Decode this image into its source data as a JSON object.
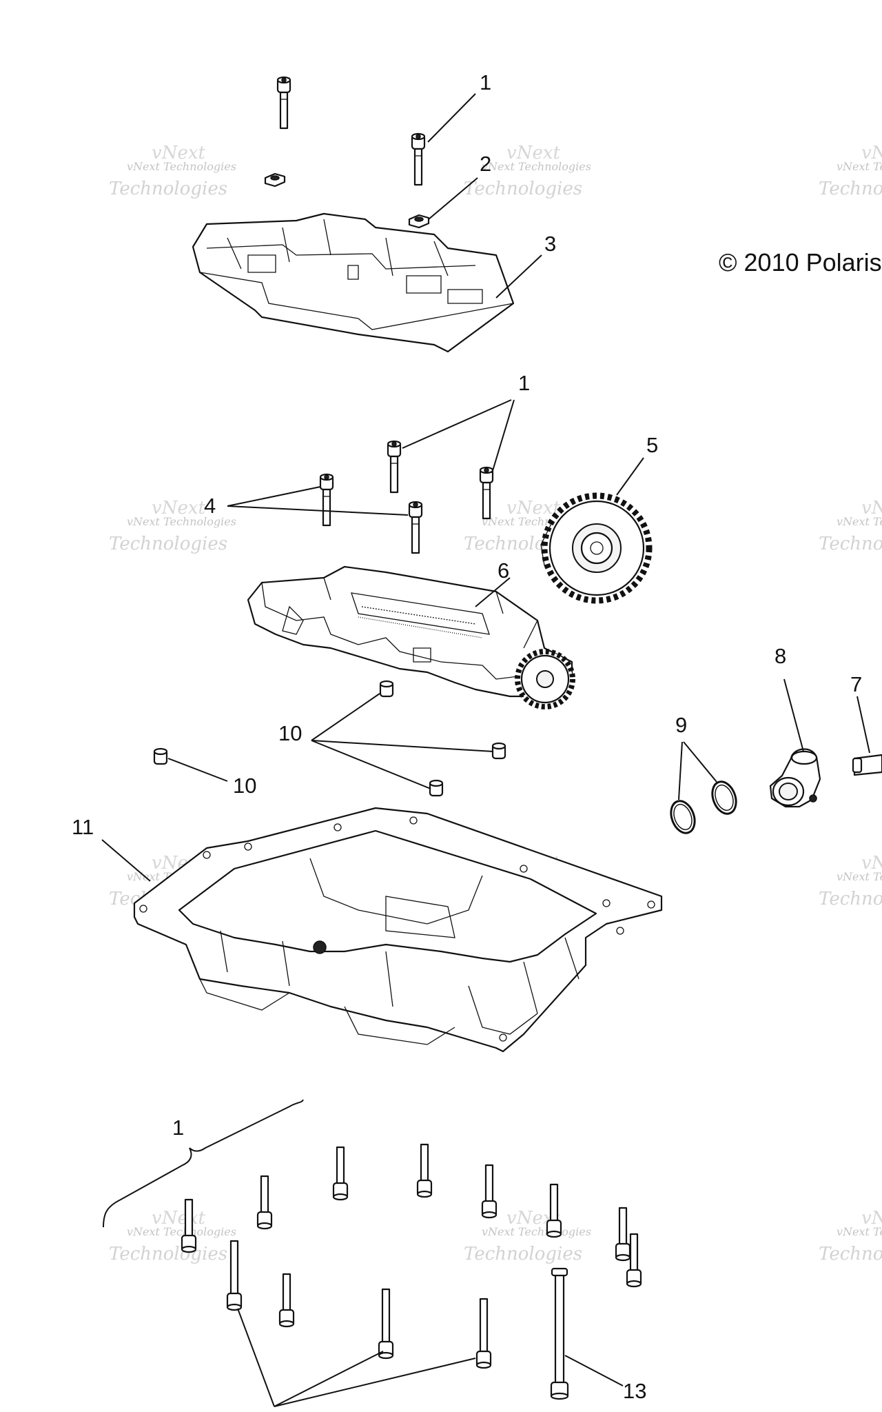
{
  "copyright": "© 2010 Polaris",
  "watermark": {
    "line1": "vNext Technologies",
    "line2": "vNext",
    "line3": "Technologies"
  },
  "callouts": {
    "c1_top": "1",
    "c2": "2",
    "c3": "3",
    "c1_mid": "1",
    "c5": "5",
    "c4": "4",
    "c6": "6",
    "c8": "8",
    "c7": "7",
    "c9": "9",
    "c10_a": "10",
    "c10_b": "10",
    "c11": "11",
    "c1_bottom": "1",
    "c13": "13"
  }
}
